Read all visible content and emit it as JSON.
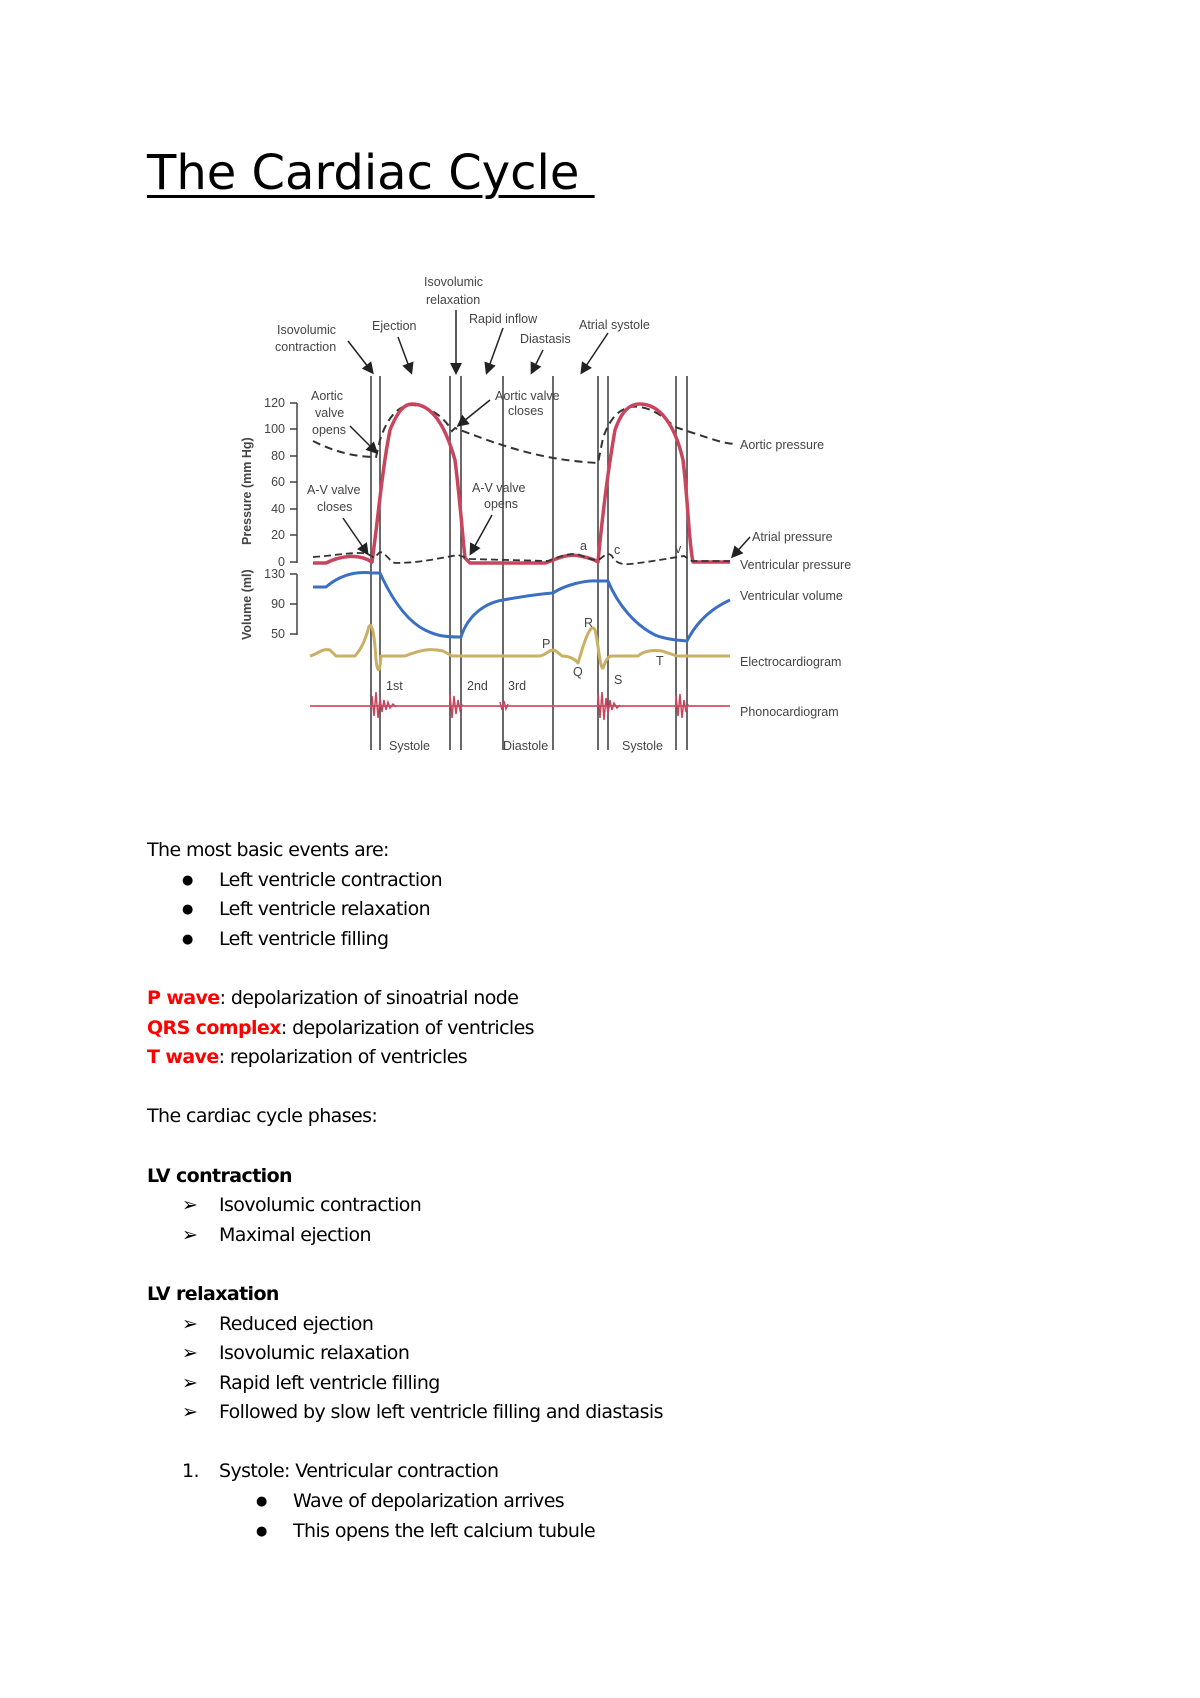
{
  "document": {
    "title": "The Cardiac Cycle "
  },
  "figure": {
    "phase_labels": {
      "isovolumic_contraction_1": "Isovolumic",
      "isovolumic_contraction_2": "contraction",
      "ejection": "Ejection",
      "isovolumic_relaxation_1": "Isovolumic",
      "isovolumic_relaxation_2": "relaxation",
      "rapid_inflow": "Rapid inflow",
      "diastasis": "Diastasis",
      "atrial_systole": "Atrial systole"
    },
    "event_labels": {
      "aortic_valve_opens_1": "Aortic",
      "aortic_valve_opens_2": "valve",
      "aortic_valve_opens_3": "opens",
      "av_valve_closes_1": "A-V valve",
      "av_valve_closes_2": "closes",
      "aortic_valve_closes_1": "Aortic valve",
      "aortic_valve_closes_2": "closes",
      "av_valve_opens_1": "A-V valve",
      "av_valve_opens_2": "opens"
    },
    "wave_letters": {
      "a": "a",
      "c": "c",
      "v": "v",
      "P": "P",
      "Q": "Q",
      "R": "R",
      "S": "S",
      "T": "T"
    },
    "heart_sounds": {
      "first": "1st",
      "second": "2nd",
      "third": "3rd"
    },
    "periods": {
      "systole_1": "Systole",
      "diastole": "Diastole",
      "systole_2": "Systole"
    },
    "legend": {
      "aortic_pressure": "Aortic pressure",
      "atrial_pressure": "Atrial pressure",
      "ventricular_pressure": "Ventricular pressure",
      "ventricular_volume": "Ventricular volume",
      "electrocardiogram": "Electrocardiogram",
      "phonocardiogram": "Phonocardiogram"
    },
    "axes": {
      "pressure_label": "Pressure (mm Hg)",
      "pressure_ticks": [
        "120",
        "100",
        "80",
        "60",
        "40",
        "20",
        "0"
      ],
      "volume_label": "Volume (ml)",
      "volume_ticks": [
        "130",
        "90",
        "50"
      ]
    },
    "colors": {
      "ventricular_pressure": "#c8455e",
      "ventricular_volume": "#3a6fc4",
      "ecg": "#c9b064",
      "phono": "#d0506a",
      "aortic_pressure": "#333333",
      "grid_lines": "#444444"
    }
  },
  "body": {
    "intro": "The most basic events are:",
    "basic_events": [
      "Left ventricle contraction",
      "Left ventricle relaxation",
      "Left ventricle filling"
    ],
    "definitions": [
      {
        "term": "P wave",
        "text": ": depolarization of sinoatrial node"
      },
      {
        "term": "QRS complex",
        "text": ": depolarization of ventricles"
      },
      {
        "term": "T wave",
        "text": ": repolarization of ventricles"
      }
    ],
    "phases_intro": "The cardiac cycle phases:",
    "lv_contraction": {
      "heading": "LV contraction",
      "items": [
        "Isovolumic contraction",
        "Maximal ejection"
      ]
    },
    "lv_relaxation": {
      "heading": "LV relaxation",
      "items": [
        "Reduced ejection",
        "Isovolumic relaxation",
        "Rapid left ventricle filling",
        "Followed by slow left ventricle filling and diastasis"
      ]
    },
    "arrow_bullet_glyph": "➢",
    "numbered": [
      {
        "number": "1.",
        "text": "Systole: Ventricular contraction",
        "sub_items": [
          "Wave of depolarization arrives",
          "This opens the left calcium tubule"
        ]
      }
    ]
  }
}
